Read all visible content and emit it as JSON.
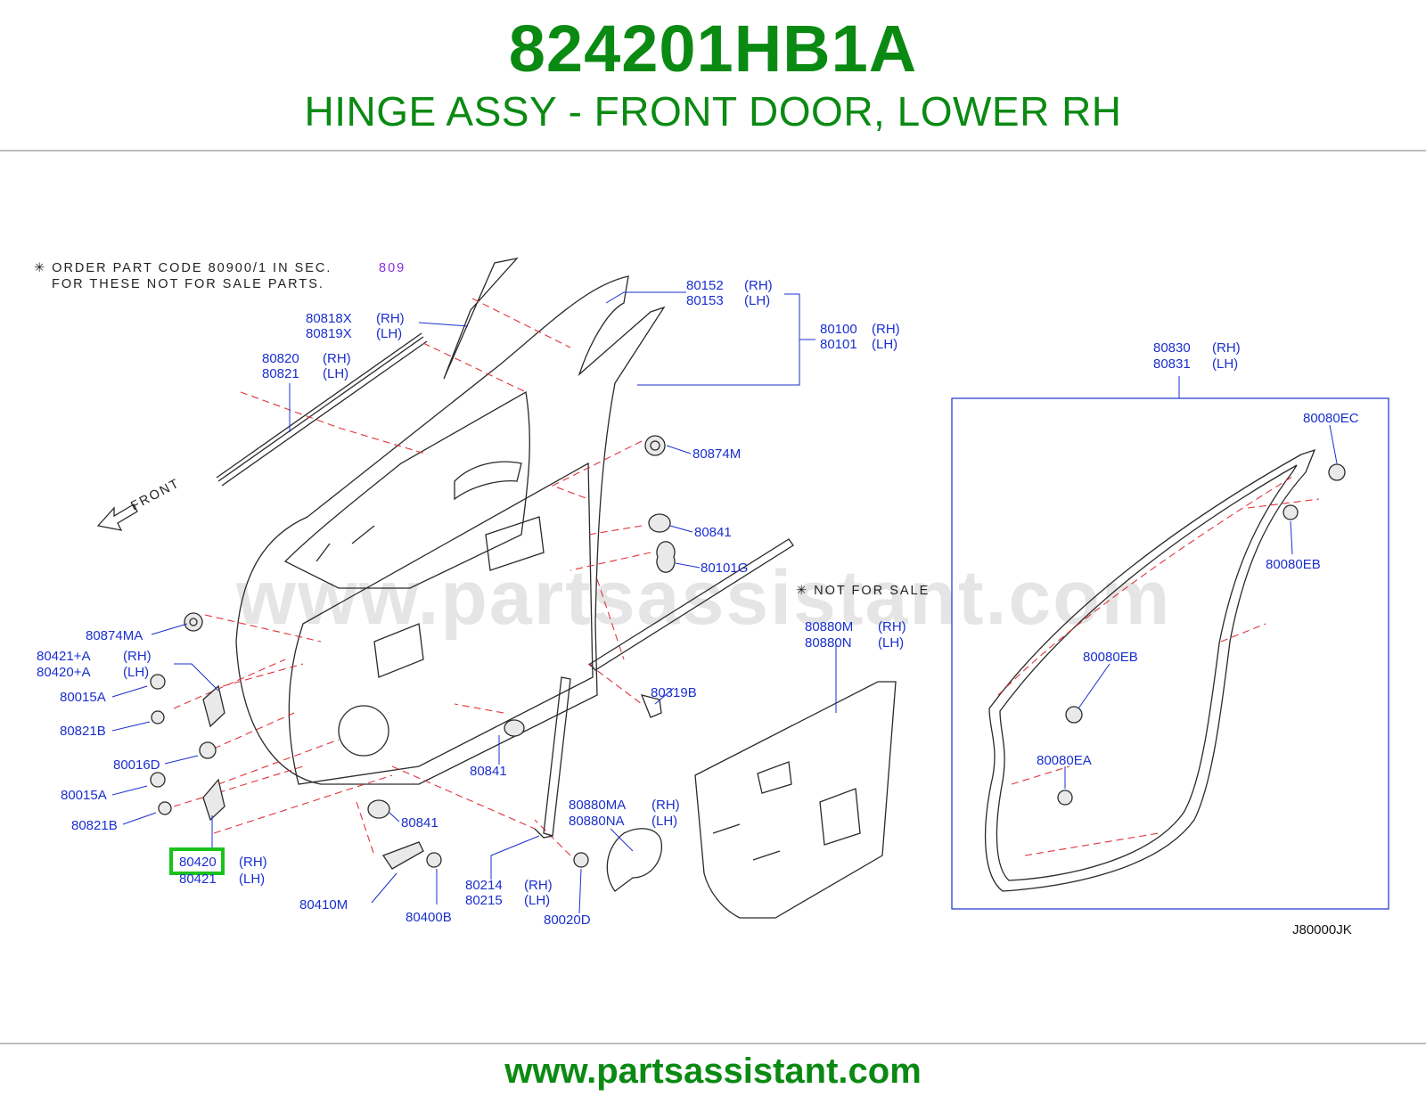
{
  "header": {
    "part_number": "824201HB1A",
    "description": "HINGE ASSY - FRONT DOOR, LOWER RH"
  },
  "footer": {
    "site": "www.partsassistant.com"
  },
  "diagram": {
    "watermark": "www.partsassistant.com",
    "note_line1": "✳ ORDER PART CODE 80900/1 IN SEC.",
    "note_section": "809",
    "note_line2": "FOR THESE NOT FOR SALE PARTS.",
    "not_for_sale": "✳ NOT FOR SALE",
    "front_label": "FRONT",
    "diagram_code": "J80000JK",
    "highlighted_part": "80420",
    "colors": {
      "title": "#0a8a12",
      "label": "#1a2fcf",
      "dash": "#e0333a",
      "highlight": "#19c21c",
      "section_link": "#8a2be2"
    },
    "labels": [
      {
        "id": "l-80152",
        "text": "80152"
      },
      {
        "id": "l-80152-s",
        "text": "(RH)"
      },
      {
        "id": "l-80153",
        "text": "80153"
      },
      {
        "id": "l-80153-s",
        "text": "(LH)"
      },
      {
        "id": "l-80100",
        "text": "80100"
      },
      {
        "id": "l-80100-s",
        "text": "(RH)"
      },
      {
        "id": "l-80101",
        "text": "80101"
      },
      {
        "id": "l-80101-s",
        "text": "(LH)"
      },
      {
        "id": "l-80818x",
        "text": "80818X"
      },
      {
        "id": "l-80818x-s",
        "text": "(RH)"
      },
      {
        "id": "l-80819x",
        "text": "80819X"
      },
      {
        "id": "l-80819x-s",
        "text": "(LH)"
      },
      {
        "id": "l-80820",
        "text": "80820"
      },
      {
        "id": "l-80820-s",
        "text": "(RH)"
      },
      {
        "id": "l-80821",
        "text": "80821"
      },
      {
        "id": "l-80821-s",
        "text": "(LH)"
      },
      {
        "id": "l-80874m",
        "text": "80874M"
      },
      {
        "id": "l-80841a",
        "text": "80841"
      },
      {
        "id": "l-80101g",
        "text": "80101G"
      },
      {
        "id": "l-80874ma",
        "text": "80874MA"
      },
      {
        "id": "l-80421a",
        "text": "80421+A"
      },
      {
        "id": "l-80421a-s",
        "text": "(RH)"
      },
      {
        "id": "l-80420a",
        "text": "80420+A"
      },
      {
        "id": "l-80420a-s",
        "text": "(LH)"
      },
      {
        "id": "l-80015a1",
        "text": "80015A"
      },
      {
        "id": "l-80821b1",
        "text": "80821B"
      },
      {
        "id": "l-80016d",
        "text": "80016D"
      },
      {
        "id": "l-80015a2",
        "text": "80015A"
      },
      {
        "id": "l-80821b2",
        "text": "80821B"
      },
      {
        "id": "l-80420",
        "text": "80420"
      },
      {
        "id": "l-80420-s",
        "text": "(RH)"
      },
      {
        "id": "l-80421",
        "text": "80421"
      },
      {
        "id": "l-80421-s",
        "text": "(LH)"
      },
      {
        "id": "l-80841b",
        "text": "80841"
      },
      {
        "id": "l-80841c",
        "text": "80841"
      },
      {
        "id": "l-80410m",
        "text": "80410M"
      },
      {
        "id": "l-80400b",
        "text": "80400B"
      },
      {
        "id": "l-80214",
        "text": "80214"
      },
      {
        "id": "l-80214-s",
        "text": "(RH)"
      },
      {
        "id": "l-80215",
        "text": "80215"
      },
      {
        "id": "l-80215-s",
        "text": "(LH)"
      },
      {
        "id": "l-80020d",
        "text": "80020D"
      },
      {
        "id": "l-80880ma",
        "text": "80880MA"
      },
      {
        "id": "l-80880ma-s",
        "text": "(RH)"
      },
      {
        "id": "l-80880na",
        "text": "80880NA"
      },
      {
        "id": "l-80880na-s",
        "text": "(LH)"
      },
      {
        "id": "l-80319b",
        "text": "80319B"
      },
      {
        "id": "l-80880m",
        "text": "80880M"
      },
      {
        "id": "l-80880m-s",
        "text": "(RH)"
      },
      {
        "id": "l-80880n",
        "text": "80880N"
      },
      {
        "id": "l-80880n-s",
        "text": "(LH)"
      },
      {
        "id": "l-80830",
        "text": "80830"
      },
      {
        "id": "l-80830-s",
        "text": "(RH)"
      },
      {
        "id": "l-80831",
        "text": "80831"
      },
      {
        "id": "l-80831-s",
        "text": "(LH)"
      },
      {
        "id": "l-80080ec",
        "text": "80080EC"
      },
      {
        "id": "l-80080eb1",
        "text": "80080EB"
      },
      {
        "id": "l-80080eb2",
        "text": "80080EB"
      },
      {
        "id": "l-80080ea",
        "text": "80080EA"
      }
    ]
  }
}
